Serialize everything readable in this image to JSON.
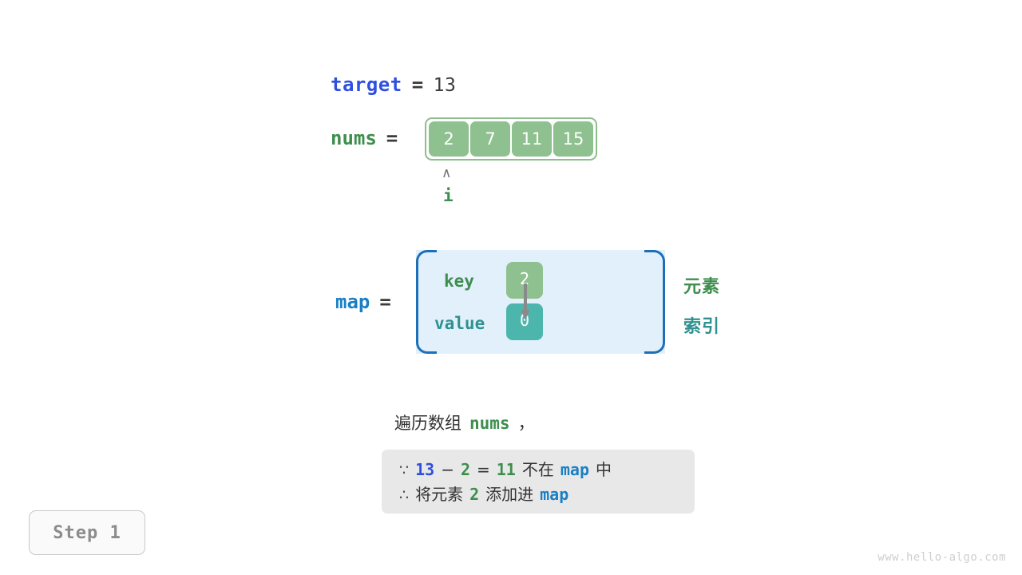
{
  "variables": {
    "target_name": "target",
    "target_eq": "=",
    "target_value": "13",
    "nums_name": "nums",
    "nums_eq": "=",
    "map_name": "map",
    "map_eq": "="
  },
  "array": {
    "cells": [
      "2",
      "7",
      "11",
      "15"
    ],
    "pointer_caret": "∧",
    "pointer_label": "i",
    "pointer_index": 0
  },
  "map": {
    "key_label": "key",
    "value_label": "value",
    "key_cell": "2",
    "value_cell": "0",
    "side_label_element": "元素",
    "side_label_index": "索引"
  },
  "caption": {
    "prefix": "遍历数组",
    "code": "nums",
    "suffix": "，"
  },
  "explanation": {
    "line1": {
      "symbol": "∵",
      "a": "13",
      "minus": "−",
      "b": "2",
      "eq": "=",
      "result": "11",
      "text_mid": "不在",
      "code": "map",
      "text_end": "中"
    },
    "line2": {
      "symbol": "∴",
      "text_start": "将元素",
      "value": "2",
      "text_mid": "添加进",
      "code": "map"
    }
  },
  "step": {
    "label": "Step 1"
  },
  "watermark": {
    "text": "www.hello-algo.com"
  },
  "colors": {
    "green": "#3e8e4e",
    "green_fill": "#8fc08f",
    "teal": "#4db6ac",
    "teal_text": "#2f9190",
    "blue_dark": "#2f4fe0",
    "blue_light": "#1b7fc4",
    "map_border": "#1d70b8",
    "map_bg": "#e2f0fb",
    "explain_bg": "#e8e8e8",
    "gray_text": "#8c8c8c"
  }
}
